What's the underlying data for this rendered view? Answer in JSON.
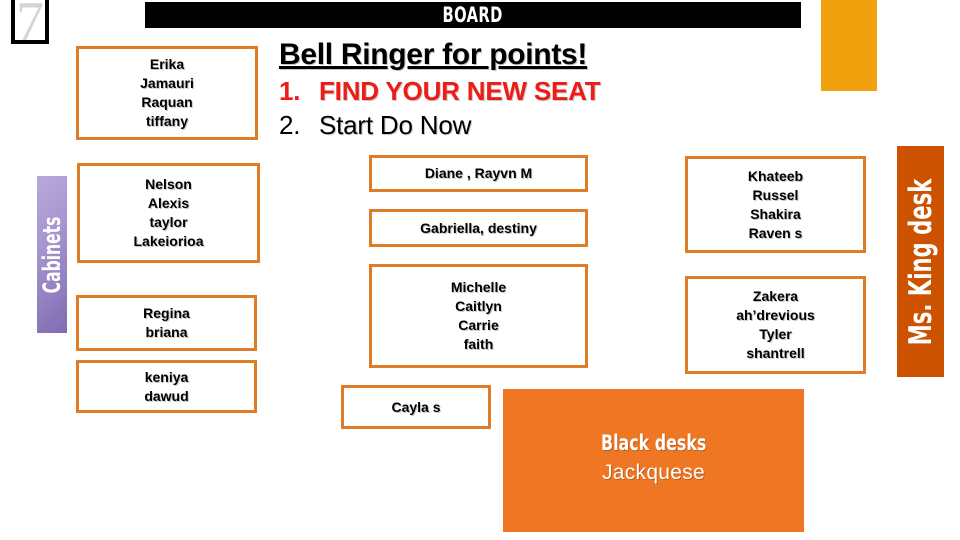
{
  "slide": {
    "page_number": "7",
    "board_banner": "BOARD",
    "headline": {
      "title": "Bell Ringer for points!",
      "steps": [
        {
          "marker": "1.",
          "text": "FIND YOUR NEW SEAT",
          "color": "#ee1b17"
        },
        {
          "marker": "2.",
          "text": "Start Do Now",
          "color": "#000000"
        }
      ]
    },
    "labels": {
      "cabinets": "Cabinets",
      "teacher_desk": "Ms. King desk"
    },
    "black_desks": {
      "title": "Black desks",
      "names": [
        "Jackquese"
      ]
    },
    "colors": {
      "desk_border": "#e07b28",
      "black_desks_panel": "#ef7622",
      "teacher_desk_panel": "#cc5200",
      "amber_block": "#f0a10d",
      "board_bar": "#000000",
      "highlight_red": "#ee1b17",
      "cabinets_gradient_from": "#b8a9d9",
      "cabinets_gradient_to": "#7f6cb3"
    },
    "desk_groups": [
      {
        "id": "left-1",
        "names": [
          "Erika",
          "Jamauri",
          "Raquan",
          "tiffany"
        ]
      },
      {
        "id": "left-2",
        "names": [
          "Nelson",
          "Alexis",
          "taylor",
          "Lakeiorioa"
        ]
      },
      {
        "id": "left-3",
        "names": [
          "Regina",
          "briana"
        ]
      },
      {
        "id": "left-4",
        "names": [
          "keniya",
          "dawud"
        ]
      },
      {
        "id": "mid-1",
        "names": [
          "Diane , Rayvn M"
        ]
      },
      {
        "id": "mid-2",
        "names": [
          "Gabriella, destiny"
        ]
      },
      {
        "id": "mid-3",
        "names": [
          "Michelle",
          "Caitlyn",
          "Carrie",
          "faith"
        ]
      },
      {
        "id": "mid-4",
        "names": [
          "Cayla s"
        ]
      },
      {
        "id": "right-1",
        "names": [
          "Khateeb",
          "Russel",
          "Shakira",
          "Raven s"
        ]
      },
      {
        "id": "right-2",
        "names": [
          "Zakera",
          "ah’drevious",
          "Tyler",
          "shantrell"
        ]
      }
    ]
  }
}
